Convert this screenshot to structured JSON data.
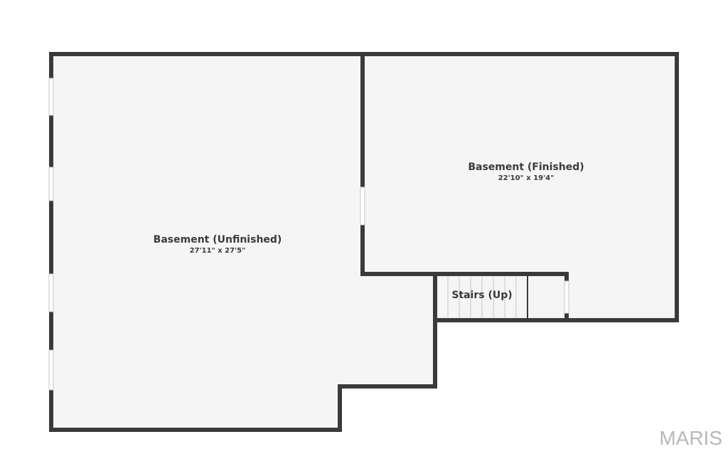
{
  "rooms": [
    {
      "name": "Basement (Unfinished)",
      "dimensions": "27'11\" x 27'5\""
    },
    {
      "name": "Basement (Finished)",
      "dimensions": "22'10\" x 19'4\""
    },
    {
      "name": "Stairs (Up)"
    }
  ],
  "logo": "MARIS",
  "colors": {
    "wall": "#3a3a3a",
    "floor": "#f5f5f5",
    "window": "#ffffff"
  }
}
